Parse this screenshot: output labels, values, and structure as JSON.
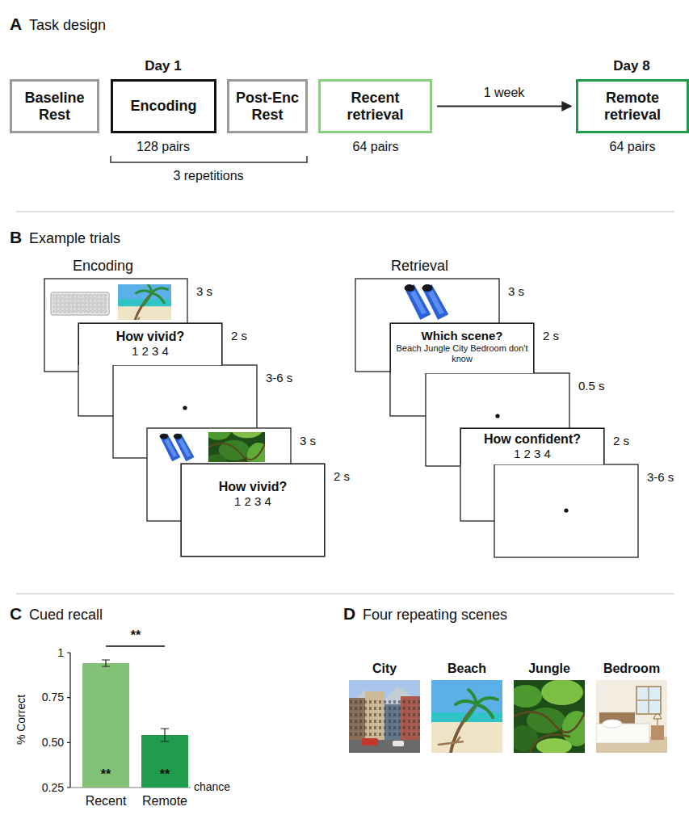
{
  "diagram": {
    "nodes": [
      {
        "text": [
          "Baseline Rest"
        ]
      },
      {
        "text": [
          "Encoding"
        ]
      },
      {
        "text": [
          "Post-Enc Rest"
        ]
      },
      {
        "text": [
          "Recent retrieval"
        ]
      },
      {
        "text": [
          "Remote retrieval"
        ]
      },
      {
        "text": [
          "How vivid?",
          "1 2 3 4"
        ]
      },
      {
        "text": [
          "How vivid?",
          "1 2 3 4"
        ]
      },
      {
        "text": [
          "Which scene?",
          "Beach Jungle City Bedroom don't know"
        ]
      },
      {
        "text": [
          "How confident?",
          "1 2 3 4"
        ]
      }
    ],
    "edges": [
      {
        "from": 3,
        "to": 4,
        "arrow": "to",
        "label": "1 week"
      }
    ],
    "labels": [
      "A",
      "Task design",
      "Day 1",
      "128 pairs",
      "3 repetitions",
      "64 pairs",
      "Day 8",
      "64 pairs",
      "B",
      "Example trials",
      "Encoding",
      "3 s",
      "2 s",
      "3-6 s",
      "3 s",
      "2 s",
      "Retrieval",
      "3 s",
      "2 s",
      "0.5 s",
      "2 s",
      "3-6 s",
      "C",
      "Cued recall",
      "1",
      "0.75",
      "0.50",
      "0.25",
      "% Correct",
      "**",
      "**",
      "**",
      "chance",
      "Recent",
      "Remote",
      "D",
      "Four repeating scenes",
      "City",
      "Beach",
      "Jungle",
      "Bedroom"
    ]
  }
}
